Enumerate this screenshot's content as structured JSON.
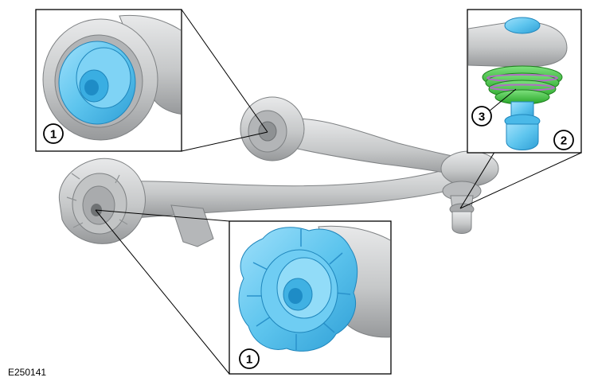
{
  "figure": {
    "id": "E250141",
    "callouts": [
      "1",
      "2",
      "3",
      "1"
    ]
  },
  "colors": {
    "part_gray": "#c9cbcc",
    "part_gray_dark": "#9da0a2",
    "bushing_blue": "#5ec5ee",
    "bushing_blue_dark": "#2f9fd6",
    "boot_green": "#3dc23d",
    "boot_purple": "#b06fc4"
  }
}
